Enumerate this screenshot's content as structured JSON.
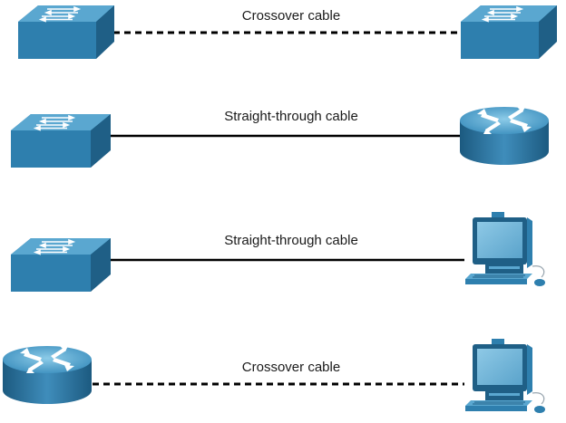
{
  "connections": [
    {
      "label": "Crossover cable",
      "cable_type": "crossover",
      "left_device": "switch",
      "right_device": "switch"
    },
    {
      "label": "Straight-through cable",
      "cable_type": "straight-through",
      "left_device": "switch",
      "right_device": "router"
    },
    {
      "label": "Straight-through cable",
      "cable_type": "straight-through",
      "left_device": "switch",
      "right_device": "pc"
    },
    {
      "label": "Crossover cable",
      "cable_type": "crossover",
      "left_device": "router",
      "right_device": "pc"
    }
  ],
  "colors": {
    "device_top": "#5aa7d0",
    "device_front": "#2e7fae",
    "device_side": "#1f5f86",
    "cable": "#000000"
  },
  "icons": {
    "switch": "switch-icon",
    "router": "router-icon",
    "pc": "pc-icon"
  }
}
